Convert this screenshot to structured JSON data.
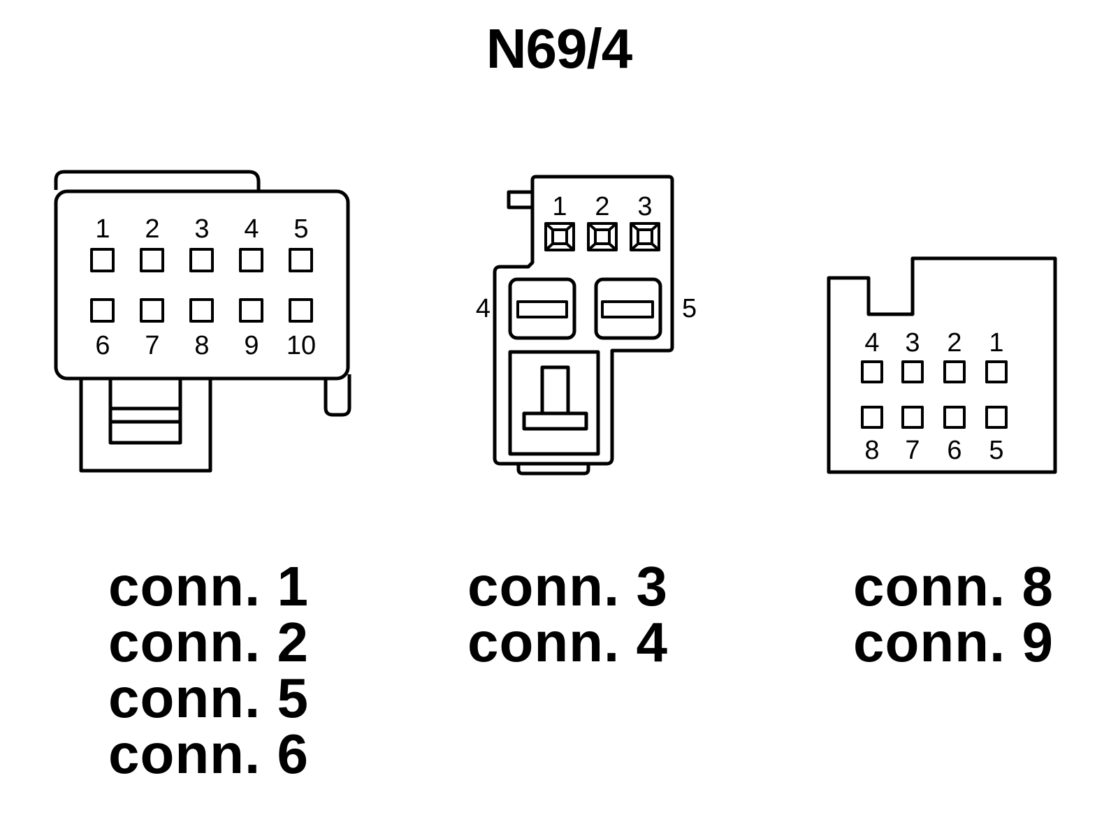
{
  "title": "N69/4",
  "connector_a": {
    "pins_top": [
      "1",
      "2",
      "3",
      "4",
      "5"
    ],
    "pins_bottom": [
      "6",
      "7",
      "8",
      "9",
      "10"
    ]
  },
  "connector_b": {
    "pins_top": [
      "1",
      "2",
      "3"
    ],
    "pin_left": "4",
    "pin_right": "5"
  },
  "connector_c": {
    "pins_top": [
      "4",
      "3",
      "2",
      "1"
    ],
    "pins_bottom": [
      "8",
      "7",
      "6",
      "5"
    ]
  },
  "connector_labels": {
    "group_a": [
      "conn. 1",
      "conn. 2",
      "conn. 5",
      "conn. 6"
    ],
    "group_b": [
      "conn. 3",
      "conn. 4"
    ],
    "group_c": [
      "conn. 8",
      "conn. 9"
    ]
  },
  "colors": {
    "line": "#000000",
    "background": "#ffffff"
  }
}
